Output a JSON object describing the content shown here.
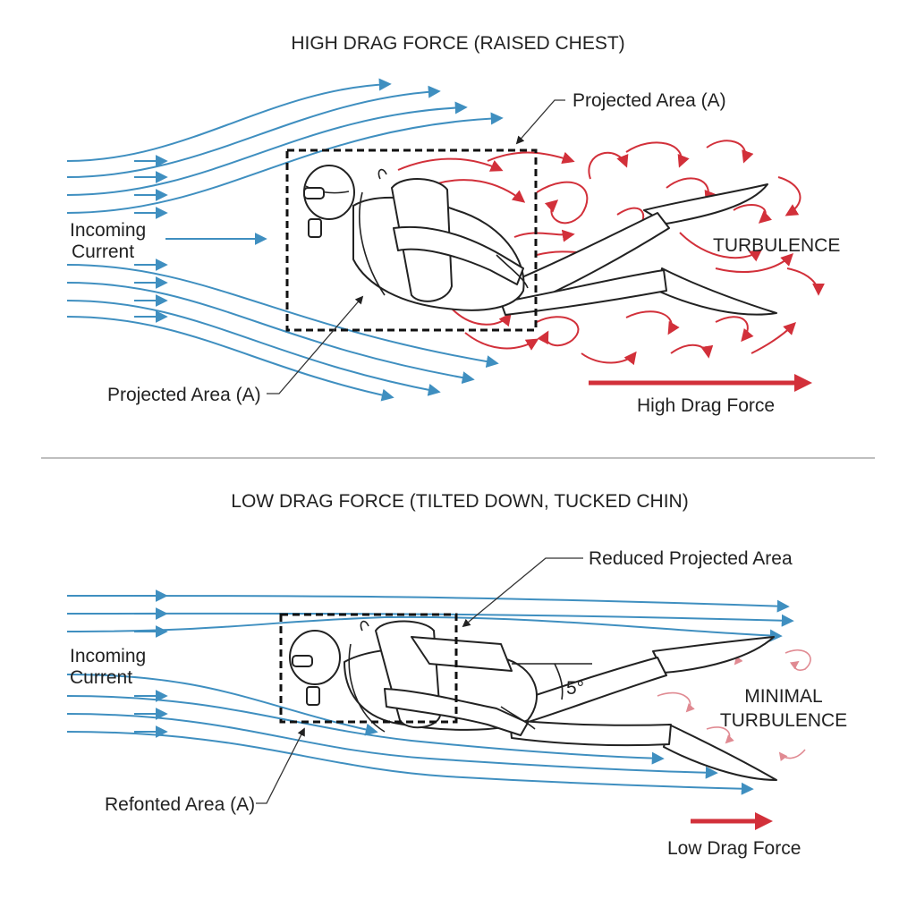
{
  "top_panel": {
    "title": "HIGH DRAG FORCE (RAISED CHEST)",
    "incoming_label_line1": "Incoming",
    "incoming_label_line2": "Current",
    "projected_area_label_top": "Projected Area (A)",
    "projected_area_label_bottom": "Projected Area (A)",
    "turbulence_label": "TURBULENCE",
    "drag_label": "High Drag Force"
  },
  "bottom_panel": {
    "title": "LOW DRAG FORCE (TILTED DOWN, TUCKED CHIN)",
    "incoming_label_line1": "Incoming",
    "incoming_label_line2": "Current",
    "reduced_area_label": "Reduced Projected Area",
    "area_label": "Refonted Area (A)",
    "angle_label": "5°",
    "turbulence_label_line1": "MINIMAL",
    "turbulence_label_line2": "TURBULENCE",
    "drag_label": "Low Drag Force"
  },
  "colors": {
    "flow_lines": "#3f8fc0",
    "turbulence": "#d2303a",
    "drag_arrow": "#d2303a",
    "outline": "#222222"
  },
  "icons": {
    "diver": "scuba-diver-outline",
    "flow": "arrow-right",
    "turbulence": "swirl-arrow"
  }
}
